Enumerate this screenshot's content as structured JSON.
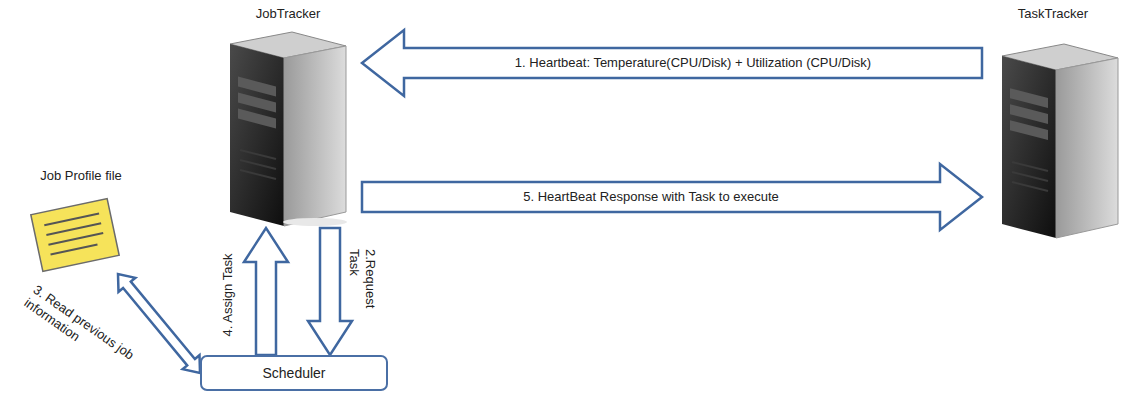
{
  "diagram": {
    "nodes": [
      {
        "text": [
          "JobTracker"
        ]
      },
      {
        "text": [
          "TaskTracker"
        ]
      },
      {
        "text": [
          "Job Profile file"
        ]
      },
      {
        "text": [
          "Scheduler"
        ]
      }
    ],
    "edges": [
      {
        "from": 1,
        "to": 0,
        "arrow": "to",
        "label": "1. Heartbeat: Temperature(CPU/Disk) + Utilization (CPU/Disk)"
      },
      {
        "from": 0,
        "to": 3,
        "arrow": "to",
        "label": "2.Request Task"
      },
      {
        "from": 3,
        "to": 2,
        "arrow": "both",
        "label": "3. Read previous job information"
      },
      {
        "from": 3,
        "to": 0,
        "arrow": "to",
        "label": "4. Assign Task"
      },
      {
        "from": 0,
        "to": 1,
        "arrow": "to",
        "label": "5. HeartBeat Response with Task to execute"
      }
    ]
  }
}
